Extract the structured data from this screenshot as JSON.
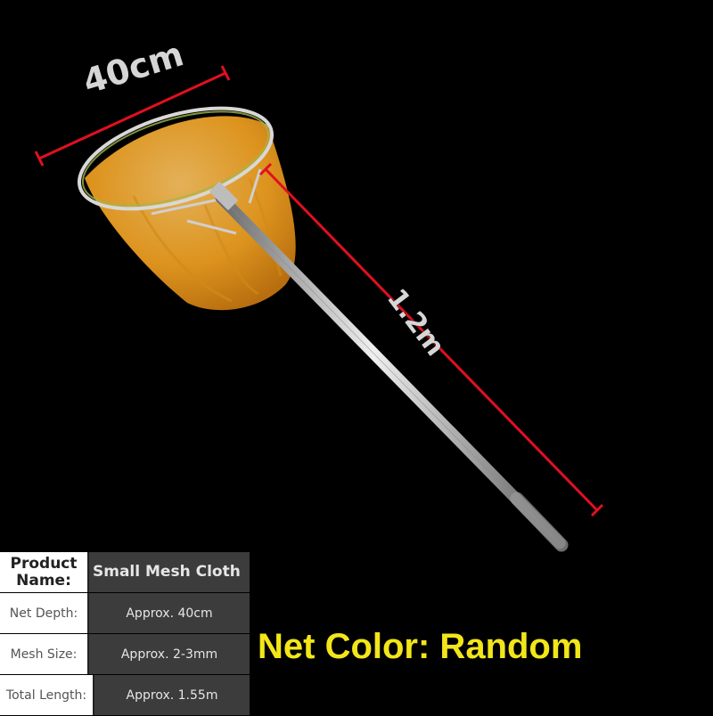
{
  "dimensions": {
    "hoop_width": "40cm",
    "handle_length": "1.2m"
  },
  "specs": {
    "product_name": {
      "label": "Product Name:",
      "value": "Small Mesh Cloth"
    },
    "net_depth": {
      "label": "Net Depth:",
      "value": "Approx. 40cm"
    },
    "mesh_size": {
      "label": "Mesh Size:",
      "value": "Approx. 2-3mm"
    },
    "total_length": {
      "label": "Total Length:",
      "value": "Approx. 1.55m"
    }
  },
  "note": "Net Color: Random",
  "colors": {
    "background": "#000000",
    "net": "#f0a020",
    "dimension_line": "#e01020",
    "note_text": "#f2e619"
  }
}
